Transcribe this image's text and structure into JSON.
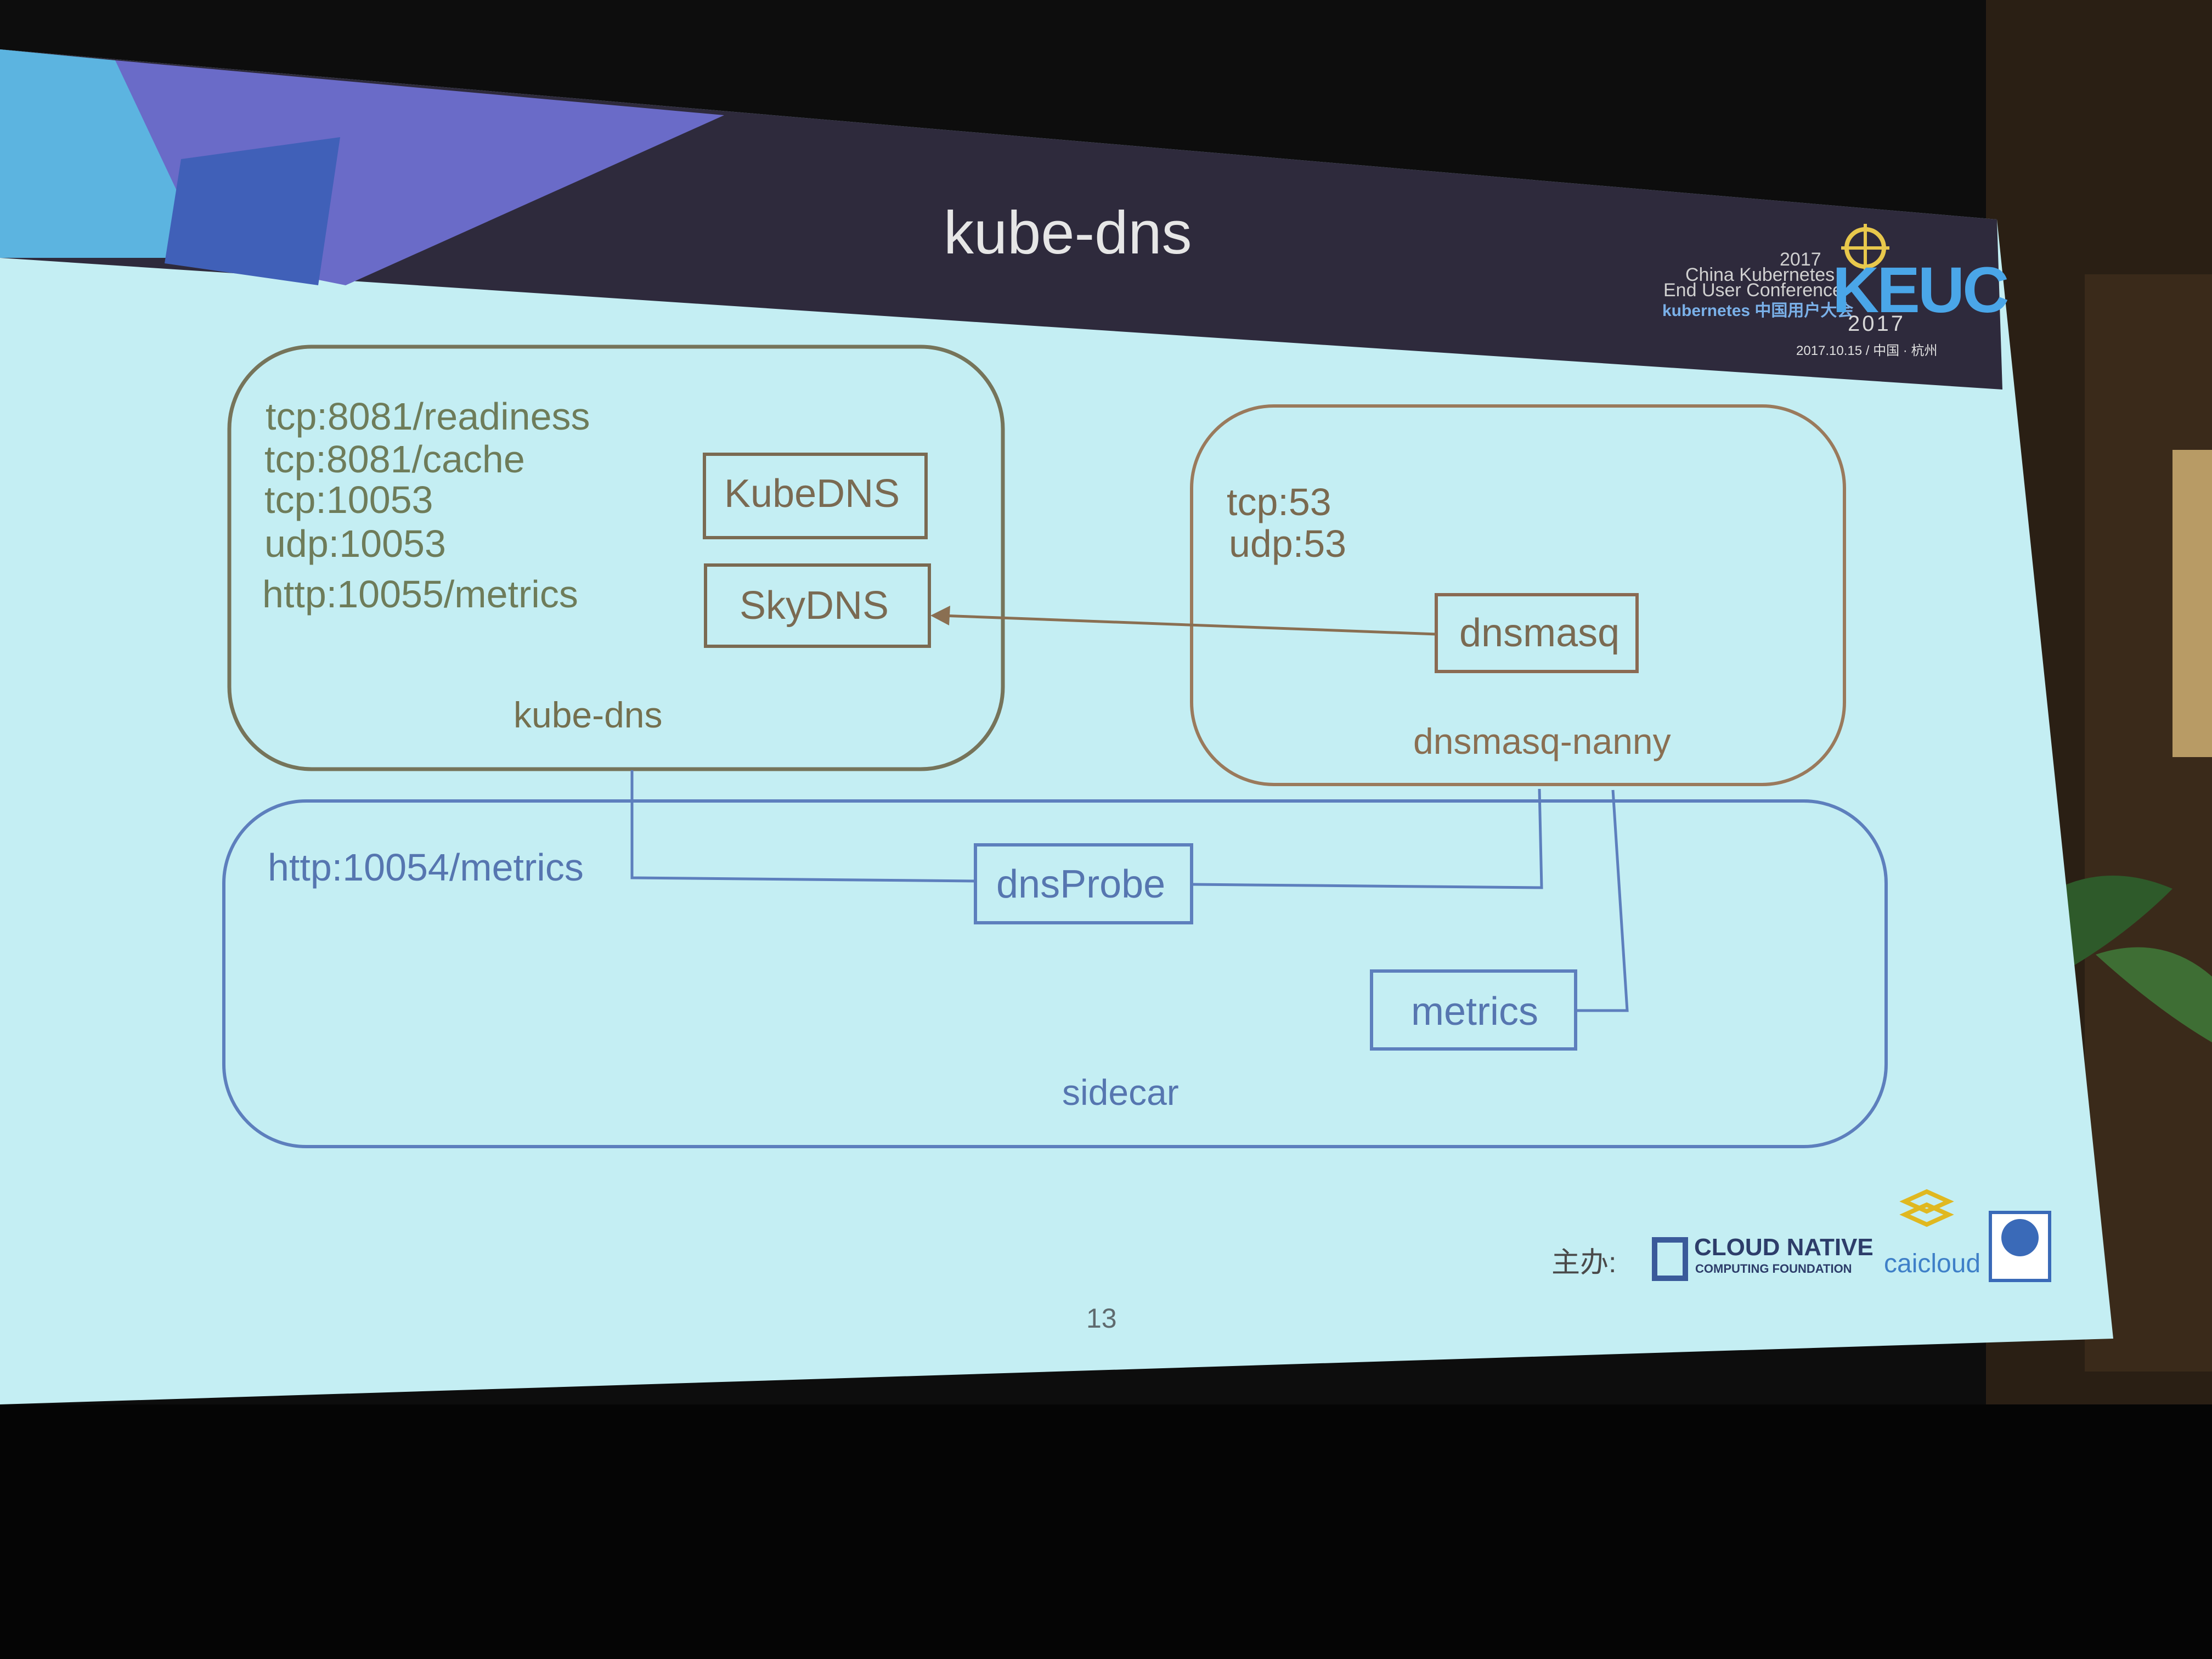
{
  "slide": {
    "title": "kube-dns",
    "page_number": "13"
  },
  "kube_dns_container": {
    "caption": "kube-dns",
    "ports": [
      "tcp:8081/readiness",
      "tcp:8081/cache",
      "tcp:10053",
      "udp:10053",
      "http:10055/metrics"
    ],
    "components": [
      "KubeDNS",
      "SkyDNS"
    ]
  },
  "dnsmasq_container": {
    "caption": "dnsmasq-nanny",
    "ports": [
      "tcp:53",
      "udp:53"
    ],
    "component": "dnsmasq"
  },
  "sidecar_container": {
    "caption": "sidecar",
    "port": "http:10054/metrics",
    "components": [
      "dnsProbe",
      "metrics"
    ]
  },
  "footer": {
    "sponsor_label": "主办:",
    "cncf_line1": "CLOUD NATIVE",
    "cncf_line2": "COMPUTING FOUNDATION",
    "caicloud": "caicloud"
  },
  "event_logo": {
    "year_top": "2017",
    "line1": "China Kubernetes",
    "line2": "End User Conference",
    "line3": "kubernetes 中国用户大会",
    "brand": "KEUC",
    "year_bottom": "2017",
    "date": "2017.10.15 / 中国 · 杭州"
  },
  "colors": {
    "slide_bg": "#c4eef3",
    "header_dark": "#2e2a3c",
    "kube_dns_border": "#76745a",
    "dnsmasq_border": "#9a7a5c",
    "sidecar_border": "#5d7fbd"
  }
}
